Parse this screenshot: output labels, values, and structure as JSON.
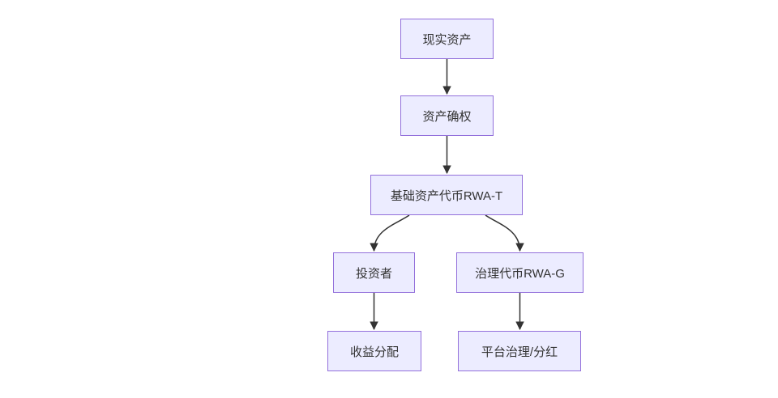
{
  "diagram": {
    "type": "flowchart",
    "direction": "top-down",
    "nodes": [
      {
        "id": "A",
        "label": "现实资产"
      },
      {
        "id": "B",
        "label": "资产确权"
      },
      {
        "id": "C",
        "label": "基础资产代币RWA-T"
      },
      {
        "id": "D",
        "label": "投资者"
      },
      {
        "id": "E",
        "label": "治理代币RWA-G"
      },
      {
        "id": "F",
        "label": "收益分配"
      },
      {
        "id": "G",
        "label": "平台治理/分红"
      }
    ],
    "edges": [
      {
        "from": "现实资产",
        "to": "资产确权"
      },
      {
        "from": "资产确权",
        "to": "基础资产代币RWA-T"
      },
      {
        "from": "基础资产代币RWA-T",
        "to": "投资者"
      },
      {
        "from": "基础资产代币RWA-T",
        "to": "治理代币RWA-G"
      },
      {
        "from": "投资者",
        "to": "收益分配"
      },
      {
        "from": "治理代币RWA-G",
        "to": "平台治理/分红"
      }
    ],
    "colors": {
      "node_fill": "#ECECFF",
      "node_border": "#9370DB",
      "edge_stroke": "#333333",
      "text": "#333333",
      "background": "#FFFFFF"
    }
  }
}
